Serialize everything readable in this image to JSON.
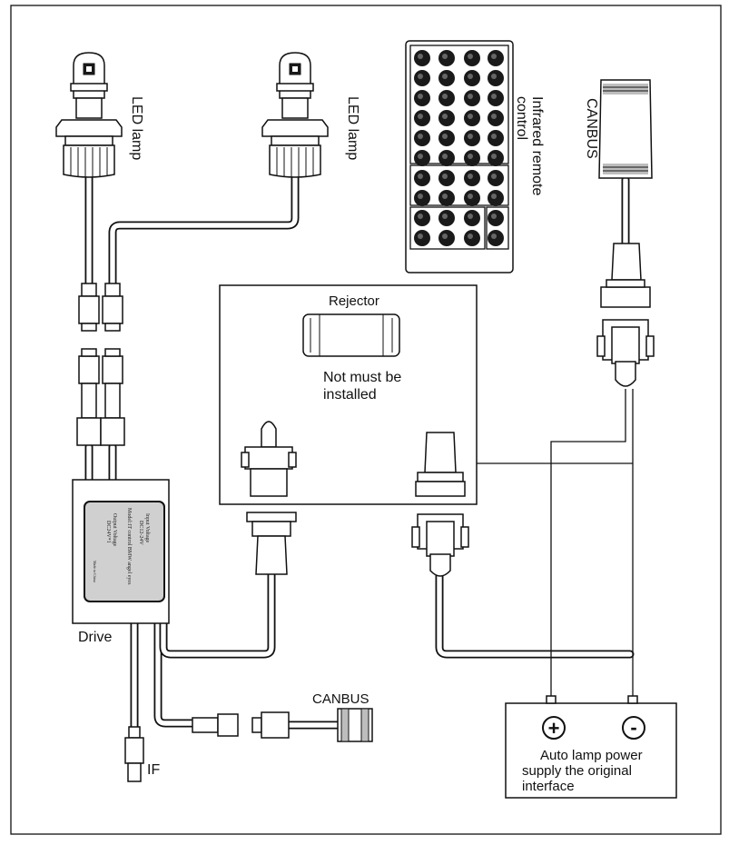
{
  "labels": {
    "led_lamp_left": "LED lamp",
    "led_lamp_right": "LED lamp",
    "infrared_remote": [
      "Infrared remote",
      "control"
    ],
    "canbus_top": "CANBUS",
    "rejector": "Rejector",
    "not_must": [
      "Not must be",
      "installed"
    ],
    "drive": "Drive",
    "canbus_bottom": "CANBUS",
    "if_label": "IF",
    "power_supply": [
      "Auto lamp power",
      "supply the original",
      "interface"
    ],
    "plus_symbol": "+",
    "minus_symbol": "-"
  },
  "drive_module_text": [
    "Input Voltage",
    "DC12-24V",
    "Model:IT control BMW angel eyes",
    "Output Voltage",
    "DC24V*1",
    "Made in China"
  ],
  "colors": {
    "line": "#111111",
    "background": "#ffffff",
    "module_fill": "#cccccc"
  }
}
